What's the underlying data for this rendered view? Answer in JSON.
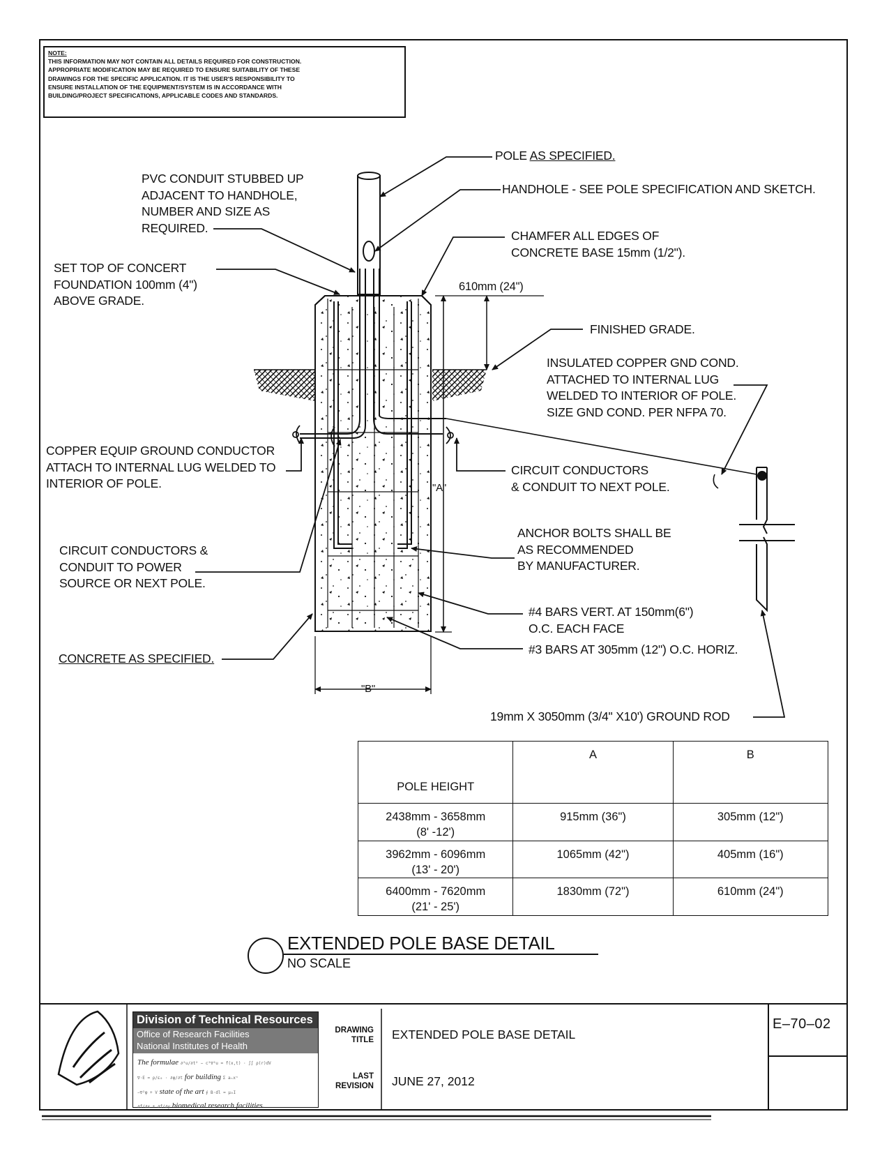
{
  "note": {
    "heading": "NOTE:",
    "lines": [
      "THIS INFORMATION MAY NOT CONTAIN ALL DETAILS REQUIRED FOR CONSTRUCTION.",
      "APPROPRIATE MODIFICATION MAY BE REQUIRED TO ENSURE SUITABILITY OF THESE",
      "DRAWINGS FOR THE SPECIFIC APPLICATION.  IT IS THE USER'S RESPONSIBILITY TO",
      "ENSURE INSTALLATION OF THE EQUIPMENT/SYSTEM IS IN ACCORDANCE WITH",
      "BUILDING/PROJECT SPECIFICATIONS, APPLICABLE CODES AND STANDARDS."
    ]
  },
  "labels": {
    "pole_pre": "POLE ",
    "pole_u": "AS SPECIFIED.",
    "handhole": "HANDHOLE - SEE POLE SPECIFICATION AND SKETCH.",
    "pvc": "PVC CONDUIT STUBBED UP\nADJACENT TO HANDHOLE,\nNUMBER AND SIZE AS\nREQUIRED.",
    "chamfer": "CHAMFER ALL EDGES OF\nCONCRETE BASE 15mm (1/2\").",
    "set_top": "SET TOP OF CONCERT\nFOUNDATION  100mm (4\")\nABOVE GRADE.",
    "dim_610": "610mm (24\")",
    "finished_grade": "FINISHED GRADE.",
    "insulated": "INSULATED COPPER GND COND.\nATTACHED TO INTERNAL LUG\nWELDED TO INTERIOR OF POLE.\nSIZE GND COND. PER NFPA 70.",
    "copper_equip": "COPPER EQUIP GROUND CONDUCTOR\nATTACH TO INTERNAL LUG WELDED TO\nINTERIOR OF POLE.",
    "circuit_next": "CIRCUIT CONDUCTORS\n& CONDUIT TO NEXT POLE.",
    "dim_a": "\"A\"",
    "anchor": "ANCHOR BOLTS SHALL BE\nAS RECOMMENDED\nBY MANUFACTURER.",
    "circuit_power": "CIRCUIT CONDUCTORS &\nCONDUIT TO POWER\nSOURCE OR NEXT POLE.",
    "bars4": "#4 BARS VERT. AT 150mm(6\")\nO.C. EACH   FACE",
    "bars3": "#3 BARS AT 305mm (12\") O.C. HORIZ.",
    "concrete": "CONCRETE AS SPECIFIED.",
    "dim_b": "\"B\"",
    "ground_rod": "19mm X 3050mm (3/4\" X10') GROUND ROD"
  },
  "table": {
    "headers": {
      "pole_height": "POLE HEIGHT",
      "a": "A",
      "b": "B"
    },
    "rows": [
      {
        "height": "2438mm - 3658mm",
        "height_ft": "(8' -12')",
        "a": "915mm (36\")",
        "b": "305mm (12\")"
      },
      {
        "height": "3962mm - 6096mm",
        "height_ft": "(13' - 20')",
        "a": "1065mm (42\")",
        "b": "405mm (16\")"
      },
      {
        "height": "6400mm - 7620mm",
        "height_ft": "(21' - 25')",
        "a": "1830mm (72\")",
        "b": "610mm (24\")"
      }
    ]
  },
  "detail": {
    "title": "EXTENDED POLE BASE DETAIL",
    "scale": "NO SCALE"
  },
  "title_block": {
    "org_name": "Division of Technical Resources",
    "org_sub1": "Office of Research Facilities",
    "org_sub2": "National Institutes of Health",
    "tag1": "The formulae",
    "tag2": "for building",
    "tag3": "state of the art",
    "tag4": "biomedical research facilities.",
    "drawing_title_label": "DRAWING\nTITLE",
    "drawing_title": "EXTENDED POLE BASE DETAIL",
    "last_revision_label": "LAST\nREVISION",
    "last_revision": "JUNE 27, 2012",
    "drawing_number": "E–70–02"
  }
}
